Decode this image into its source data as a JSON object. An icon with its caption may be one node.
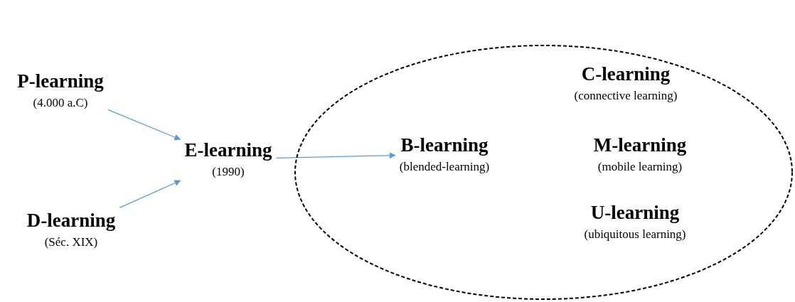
{
  "diagram": {
    "nodes": [
      {
        "text": [
          "P-learning",
          "(4.000 a.C)"
        ]
      },
      {
        "text": [
          "D-learning",
          "(Séc. XIX)"
        ]
      },
      {
        "text": [
          "E-learning",
          "(1990)"
        ]
      },
      {
        "text": [],
        "shape": "ellipse"
      },
      {
        "text": [
          "B-learning",
          "(blended-learning)"
        ],
        "in": 3
      },
      {
        "text": [
          "C-learning",
          "(connective learning)"
        ],
        "in": 3
      },
      {
        "text": [
          "M-learning",
          "(mobile learning)"
        ],
        "in": 3
      },
      {
        "text": [
          "U-learning",
          "(ubiquitous learning)"
        ],
        "in": 3
      }
    ],
    "edges": [
      {
        "from": 0,
        "to": 2,
        "arrow": "to"
      },
      {
        "from": 1,
        "to": 2,
        "arrow": "to"
      },
      {
        "from": 2,
        "to": 4,
        "arrow": "to"
      }
    ]
  }
}
